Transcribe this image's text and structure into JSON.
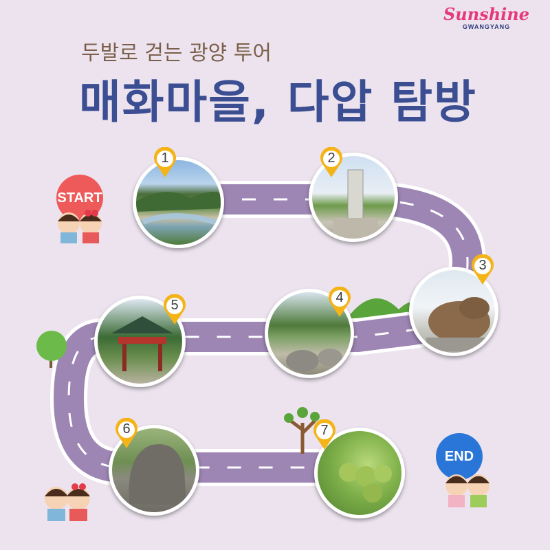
{
  "brand": {
    "logo_text": "Sunshine",
    "sub": "GWANGYANG"
  },
  "header": {
    "subtitle": "두발로 걷는 광양 투어",
    "title": "매화마을, 다압 탐방"
  },
  "route": {
    "start_label": "START",
    "end_label": "END",
    "stops": [
      {
        "number": "1",
        "icon": "river-valley-photo"
      },
      {
        "number": "2",
        "icon": "monument-photo"
      },
      {
        "number": "3",
        "icon": "toad-statue-photo"
      },
      {
        "number": "4",
        "icon": "riverside-rocks-photo"
      },
      {
        "number": "5",
        "icon": "pavilion-photo"
      },
      {
        "number": "6",
        "icon": "stone-marker-photo"
      },
      {
        "number": "7",
        "icon": "green-plums-photo"
      }
    ]
  },
  "colors": {
    "road": "#9e86b4",
    "title": "#3b4e92",
    "pin": "#f4b317",
    "start": "#ee5a5a",
    "end": "#2a76d8",
    "background": "#ece3ee"
  }
}
